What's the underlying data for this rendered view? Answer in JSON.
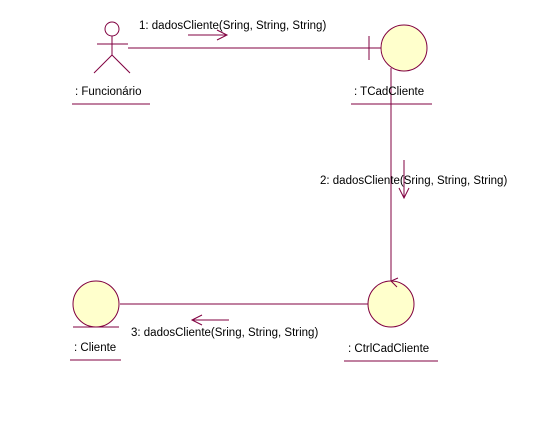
{
  "diagram": {
    "type": "UML collaboration diagram",
    "line_color": "#800040",
    "fill_color": "#ffffcc",
    "objects": {
      "funcionario": {
        "label": ": Funcionário",
        "kind": "actor"
      },
      "tcadcliente": {
        "label": ": TCadCliente",
        "kind": "boundary"
      },
      "ctrlcadcliente": {
        "label": ": CtrlCadCliente",
        "kind": "control"
      },
      "cliente": {
        "label": ": Cliente",
        "kind": "entity"
      }
    },
    "messages": [
      {
        "text": "1: dadosCliente(Sring, String, String)",
        "from": "funcionario",
        "to": "tcadcliente"
      },
      {
        "text": "2: dadosCliente(Sring, String, String)",
        "from": "tcadcliente",
        "to": "ctrlcadcliente"
      },
      {
        "text": "3: dadosCliente(Sring, String, String)",
        "from": "ctrlcadcliente",
        "to": "cliente"
      }
    ]
  }
}
